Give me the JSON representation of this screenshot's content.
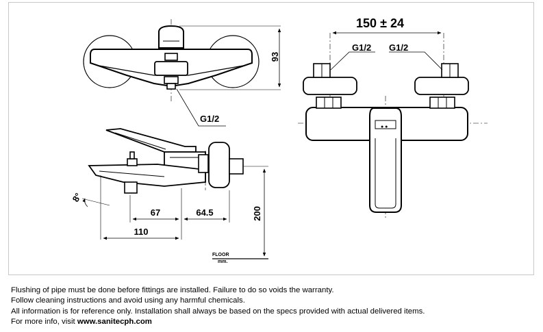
{
  "diagram": {
    "front_view": {
      "height_dim": "93",
      "thread_label": "G1/2"
    },
    "side_view": {
      "angle_label": "8°",
      "dim_a": "67",
      "dim_b": "64.5",
      "dim_c": "110",
      "height_dim": "200",
      "floor_label": "FLOOR",
      "unit_label": "mm."
    },
    "wall_view": {
      "spacing_dim": "150 ± 24",
      "thread_left": "G1/2",
      "thread_right": "G1/2"
    }
  },
  "notes": {
    "line1": "Flushing of pipe must be done before fittings are installed. Failure to do so voids the warranty.",
    "line2": "Follow cleaning instructions and avoid using any harmful chemicals.",
    "line3": "All information is for reference only. Installation shall always be based on the specs provided with actual delivered items.",
    "line4_prefix": "For more info, visit ",
    "line4_link": "www.sanitecph.com"
  }
}
